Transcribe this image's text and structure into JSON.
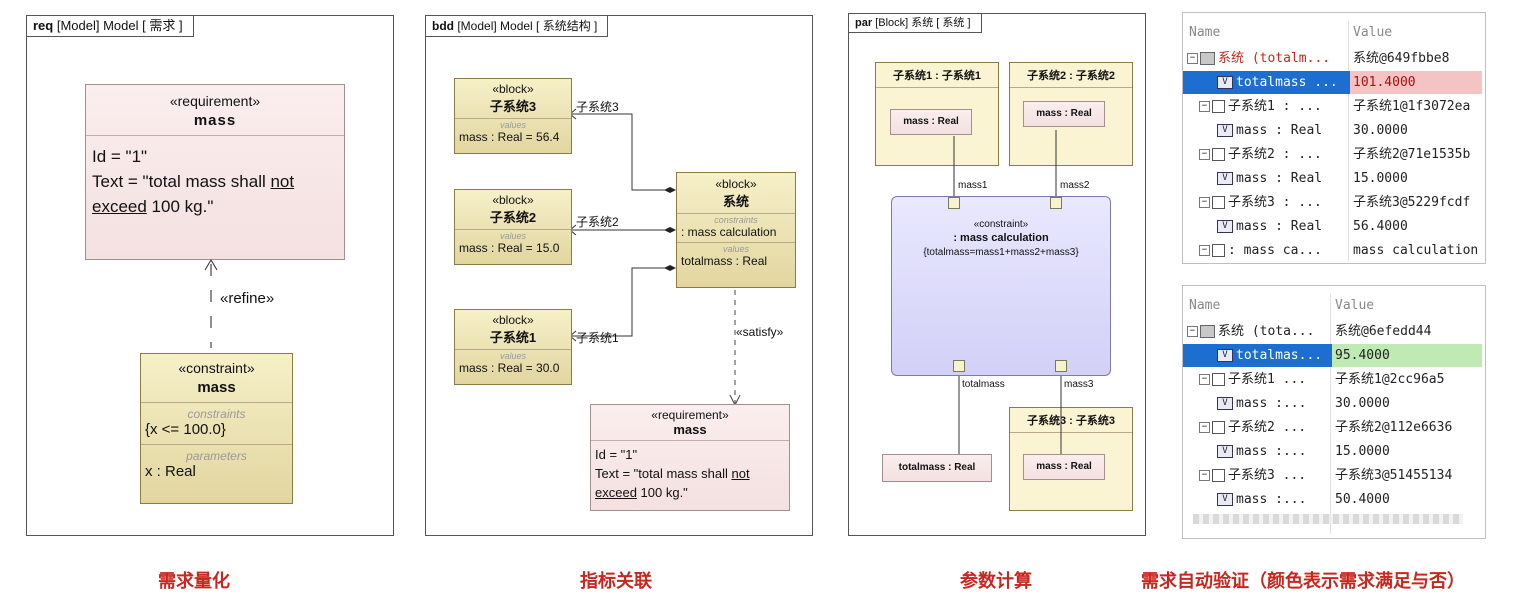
{
  "panel1": {
    "tab_bold": "req",
    "tab_rest": "[Model] Model [ 需求 ]",
    "requirement": {
      "stereotype": "«requirement»",
      "name": "mass",
      "id": "Id = \"1\"",
      "text_prefix": "Text = \"total mass shall ",
      "text_not": "not",
      "text_exceed": "exceed",
      "text_suffix": " 100 kg.\""
    },
    "refine_label": "«refine»",
    "constraint": {
      "stereotype": "«constraint»",
      "name": "mass",
      "constraints_label": "constraints",
      "constraint_value": "{x <= 100.0}",
      "parameters_label": "parameters",
      "parameter_value": "x : Real"
    },
    "caption": "需求量化"
  },
  "panel2": {
    "tab_bold": "bdd",
    "tab_rest": "[Model] Model [ 系统结构 ]",
    "blocks": [
      {
        "stereotype": "«block»",
        "name": "子系统3",
        "values_label": "values",
        "value": "mass : Real = 56.4",
        "role": "子系统3"
      },
      {
        "stereotype": "«block»",
        "name": "子系统2",
        "values_label": "values",
        "value": "mass : Real = 15.0",
        "role": "子系统2"
      },
      {
        "stereotype": "«block»",
        "name": "子系统1",
        "values_label": "values",
        "value": "mass : Real = 30.0",
        "role": "子系统1"
      }
    ],
    "system": {
      "stereotype": "«block»",
      "name": "系统",
      "constraints_label": "constraints",
      "constraint_value": ": mass calculation",
      "values_label": "values",
      "value": "totalmass : Real"
    },
    "satisfy_label": "«satisfy»",
    "requirement": {
      "stereotype": "«requirement»",
      "name": "mass",
      "id": "Id = \"1\"",
      "text_prefix": "Text = \"total mass shall ",
      "text_not": "not",
      "text_exceed": "exceed",
      "text_suffix": " 100 kg.\""
    },
    "caption": "指标关联"
  },
  "panel3": {
    "tab_bold": "par",
    "tab_rest": "[Block] 系统 [ 系统 ]",
    "parts": [
      {
        "title": "子系统1 : 子系统1",
        "prop": "mass : Real"
      },
      {
        "title": "子系统2 : 子系统2",
        "prop": "mass : Real"
      },
      {
        "title": "子系统3 : 子系统3",
        "prop": "mass : Real"
      }
    ],
    "constraint": {
      "stereotype": "«constraint»",
      "name": ": mass calculation",
      "expr": "{totalmass=mass1+mass2+mass3}",
      "port_mass1": "mass1",
      "port_mass2": "mass2",
      "port_total": "totalmass",
      "port_mass3": "mass3"
    },
    "total_prop": "totalmass : Real",
    "caption": "参数计算"
  },
  "panel4": {
    "caption": "需求自动验证（颜色表示需求满足与否）",
    "colors": {
      "fail": "#f4c3c3",
      "pass": "#bfeab3",
      "selected": "#1c6fd1"
    },
    "table1": {
      "col_name": "Name",
      "col_value": "Value",
      "rows": [
        {
          "name": "系统 (totalm...",
          "value": "系统@649fbbe8"
        },
        {
          "name": "totalmass ...",
          "value": "101.4000"
        },
        {
          "name": "子系统1 : ...",
          "value": "子系统1@1f3072ea"
        },
        {
          "name": "mass : Real",
          "value": "30.0000"
        },
        {
          "name": "子系统2 : ...",
          "value": "子系统2@71e1535b"
        },
        {
          "name": "mass : Real",
          "value": "15.0000"
        },
        {
          "name": "子系统3 : ...",
          "value": "子系统3@5229fcdf"
        },
        {
          "name": "mass : Real",
          "value": "56.4000"
        },
        {
          "name": ": mass ca...",
          "value": "mass calculation"
        }
      ]
    },
    "table2": {
      "col_name": "Name",
      "col_value": "Value",
      "rows": [
        {
          "name": "系统 (tota...",
          "value": "系统@6efedd44"
        },
        {
          "name": "totalmas...",
          "value": "95.4000"
        },
        {
          "name": "子系统1 ...",
          "value": "子系统1@2cc96a5"
        },
        {
          "name": "mass :...",
          "value": "30.0000"
        },
        {
          "name": "子系统2 ...",
          "value": "子系统2@112e6636"
        },
        {
          "name": "mass :...",
          "value": "15.0000"
        },
        {
          "name": "子系统3 ...",
          "value": "子系统3@51455134"
        },
        {
          "name": "mass :...",
          "value": "50.4000"
        }
      ]
    }
  }
}
